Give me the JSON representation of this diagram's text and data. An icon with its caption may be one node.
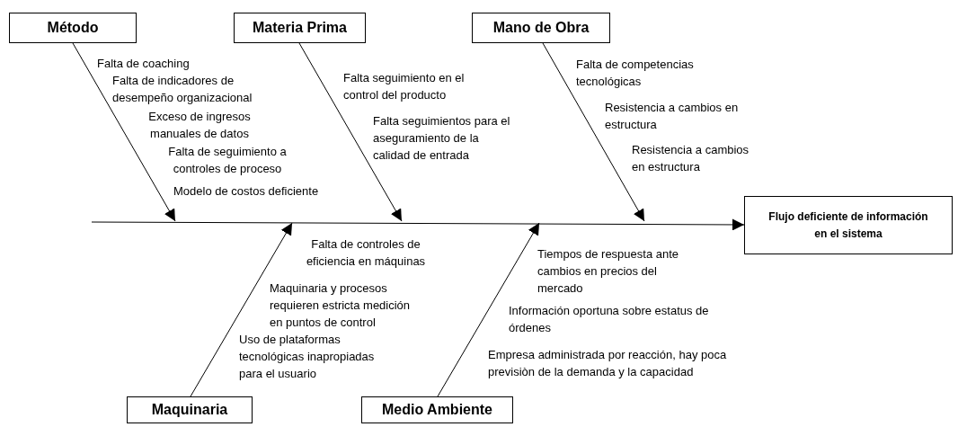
{
  "diagram": {
    "nodes": [
      {
        "text": [
          "Método"
        ]
      },
      {
        "text": [
          "Materia Prima"
        ]
      },
      {
        "text": [
          "Mano de Obra"
        ]
      },
      {
        "text": [
          "Flujo deficiente de información en el sistema"
        ]
      },
      {
        "text": [
          "Maquinaria"
        ]
      },
      {
        "text": [
          "Medio Ambiente"
        ]
      }
    ],
    "edges": [
      {
        "from": null,
        "to": 3,
        "arrow": "to"
      },
      {
        "from": 0,
        "to": null,
        "arrow": "to"
      },
      {
        "from": 1,
        "to": null,
        "arrow": "to"
      },
      {
        "from": 2,
        "to": null,
        "arrow": "to"
      },
      {
        "from": 4,
        "to": null,
        "arrow": "to"
      },
      {
        "from": 5,
        "to": null,
        "arrow": "to"
      }
    ],
    "labels": [
      "Falta de coaching",
      "Falta de indicadores de desempeño organizacional",
      "Exceso de ingresos manuales de datos",
      "Falta de seguimiento a controles de proceso",
      "Modelo de costos deficiente",
      "Falta seguimiento en el control del producto",
      "Falta seguimientos para el aseguramiento de la calidad de entrada",
      "Falta de competencias tecnológicas",
      "Resistencia a cambios en estructura",
      "Resistencia a cambios en estructura",
      "Falta de controles de eficiencia en máquinas",
      "Maquinaria y procesos requieren estricta medición en puntos de control",
      "Uso de plataformas tecnológicas inapropiadas para el usuario",
      "Tiempos de respuesta ante cambios en precios del mercado",
      "Información oportuna sobre estatus de órdenes",
      "Empresa administrada por reacción, hay poca previsiòn de la demanda y la capacidad"
    ]
  }
}
